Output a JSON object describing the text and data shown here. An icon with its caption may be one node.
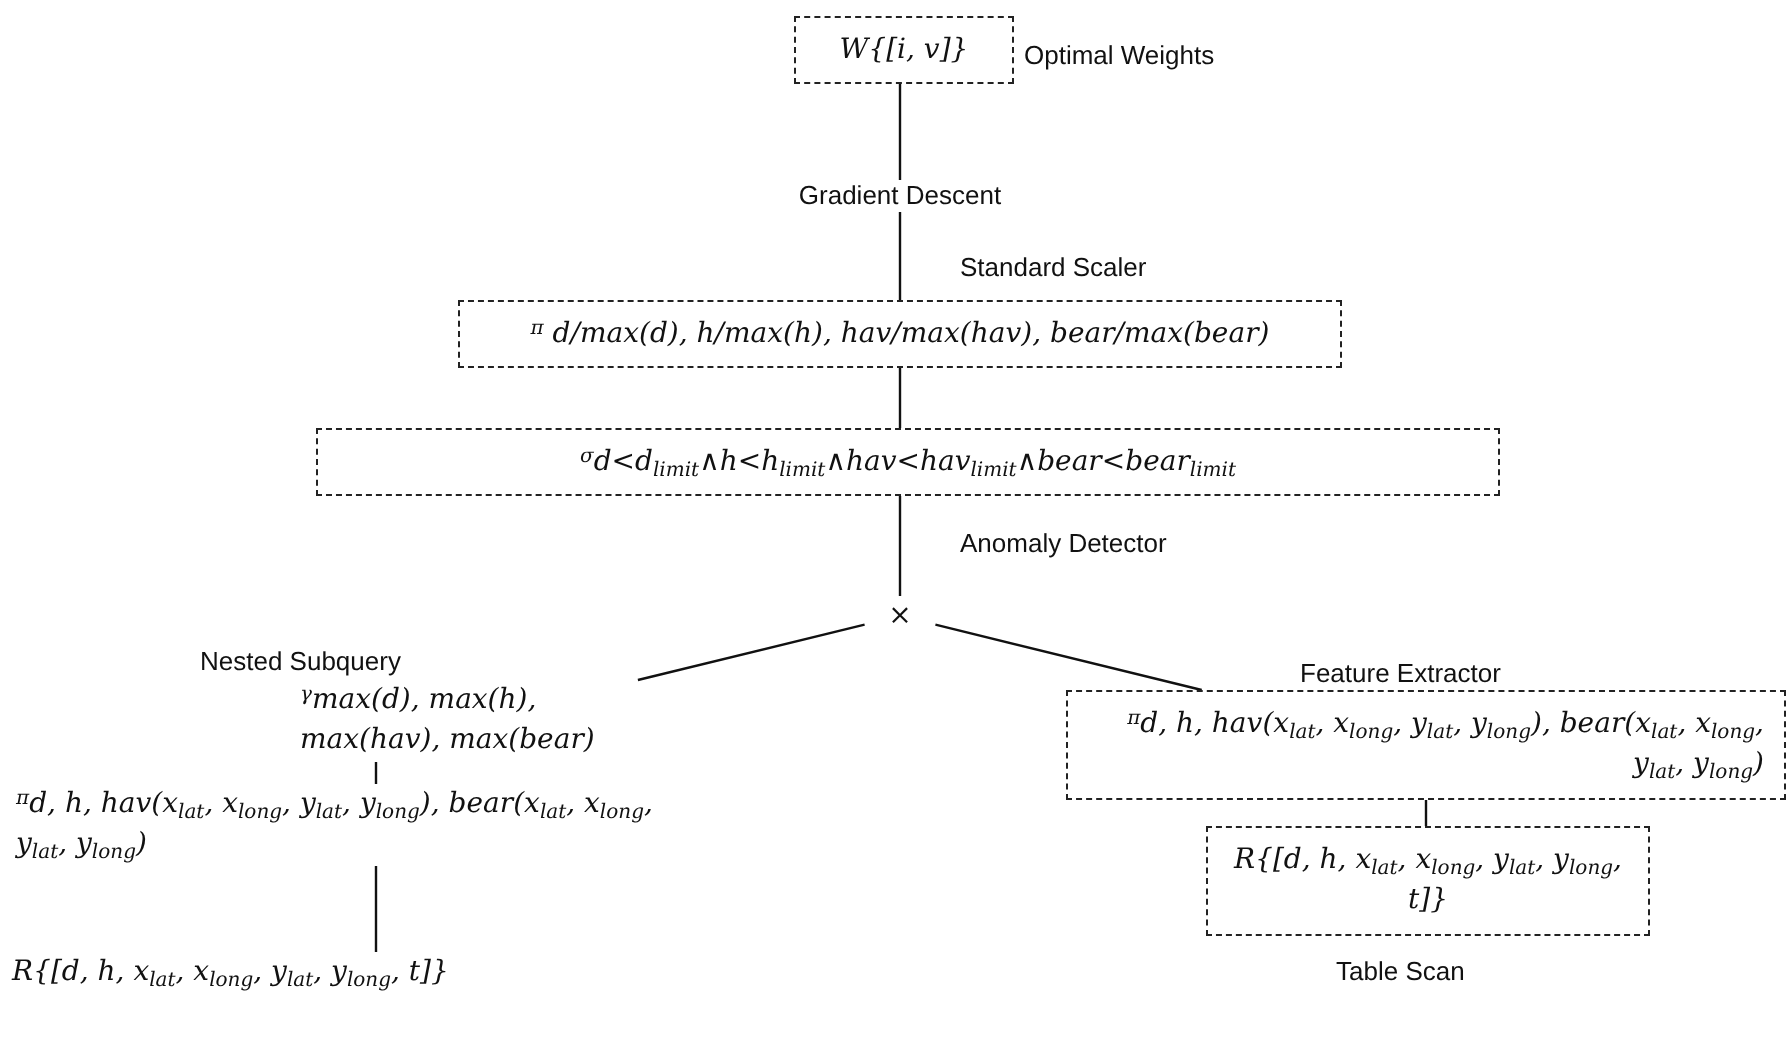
{
  "diagram": {
    "nodes": [
      {
        "text": [
          "W{[i, v]}"
        ],
        "beside": [
          "Optimal Weights"
        ]
      },
      {
        "text": [
          "Gradient Descent"
        ]
      },
      {
        "text": [
          "$^{π}$ d/max(d), h/max(h), hav/max(hav), bear/max(bear)"
        ],
        "beside": [
          "Standard Scaler"
        ]
      },
      {
        "text": [
          "$^{σ}$d<d$_{limit}$∧h<h$_{limit}$∧hav<hav$_{limit}$∧bear<bear$_{limit}$"
        ],
        "beside": [
          "Anomaly Detector"
        ]
      },
      {
        "text": [
          "×"
        ]
      },
      {
        "text": [
          "$^{γ}$max(d), max(h), max(hav), max(bear)"
        ],
        "beside": [
          "Nested Subquery"
        ]
      },
      {
        "text": [
          "$^{π}$d, h, hav(x$_{lat}$, x$_{long}$, y$_{lat}$, y$_{long}$), bear(x$_{lat}$, x$_{long}$, y$_{lat}$, y$_{long}$)"
        ]
      },
      {
        "text": [
          "R{[d, h, x$_{lat}$, x$_{long}$, y$_{lat}$, y$_{long}$, t]}"
        ]
      },
      {
        "text": [
          "$^{π}$d, h, hav(x$_{lat}$, x$_{long}$, y$_{lat}$, y$_{long}$), bear(x$_{lat}$, x$_{long}$, y$_{lat}$, y$_{long}$)"
        ],
        "beside": [
          "Feature Extractor"
        ]
      },
      {
        "text": [
          "R{[d, h, x$_{lat}$, x$_{long}$, y$_{lat}$, y$_{long}$, t]}"
        ],
        "beside": [
          "Table Scan"
        ]
      }
    ],
    "edges": [
      {
        "from": 0,
        "to": 1,
        "arrow": "none"
      },
      {
        "from": 1,
        "to": 2,
        "arrow": "none"
      },
      {
        "from": 2,
        "to": 3,
        "arrow": "none"
      },
      {
        "from": 3,
        "to": 4,
        "arrow": "none"
      },
      {
        "from": 4,
        "to": 5,
        "arrow": "none"
      },
      {
        "from": 4,
        "to": 8,
        "arrow": "none"
      },
      {
        "from": 5,
        "to": 6,
        "arrow": "none"
      },
      {
        "from": 6,
        "to": 7,
        "arrow": "none"
      },
      {
        "from": 8,
        "to": 9,
        "arrow": "none"
      }
    ]
  }
}
